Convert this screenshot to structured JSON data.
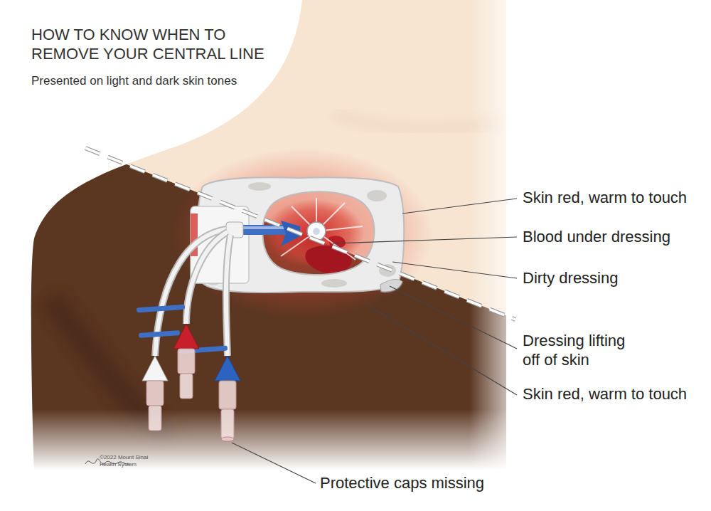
{
  "diagram": {
    "title": "HOW TO KNOW WHEN TO REMOVE YOUR CENTRAL LINE",
    "labels": [
      "Presented on light and dark skin tones",
      "Skin red, warm to touch",
      "Blood under dressing",
      "Dirty dressing",
      "Dressing lifting off of skin",
      "Skin red, warm to touch",
      "Protective caps missing",
      "©2022 Mount Sinai Health System"
    ]
  }
}
